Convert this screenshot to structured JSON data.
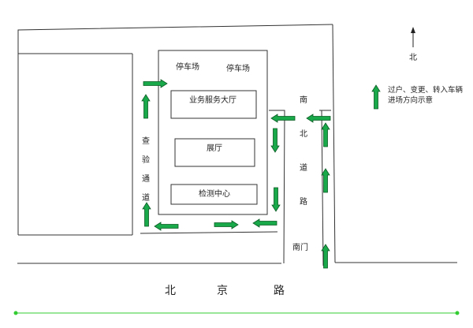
{
  "labels": {
    "parking_left": "停车场",
    "parking_right": "停车场",
    "business_hall": "业务服务大厅",
    "showroom": "展厅",
    "testing_center": "检测中心",
    "inspection_channel": "查验通道",
    "south_north_road": "南北道路",
    "south_gate": "南门",
    "north_marker": "北",
    "road_bei": "北",
    "road_jing": "京",
    "road_lu": "路"
  },
  "legend": {
    "text": "过户、变更、转入车辆进场方向示意"
  },
  "colors": {
    "arrow_fill": "#19a84a",
    "arrow_stroke": "#0b5a23",
    "line": "#333333",
    "bottom_line": "#33cc33"
  },
  "icons": {
    "north": "up-arrow-icon",
    "legend": "green-up-arrow-icon"
  }
}
